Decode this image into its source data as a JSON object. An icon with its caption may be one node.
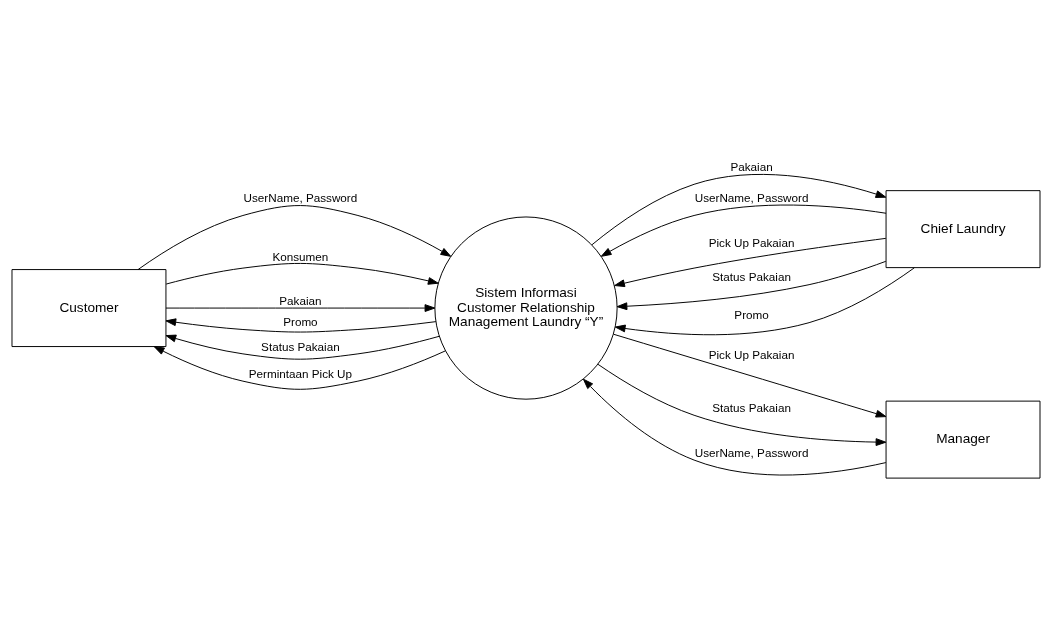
{
  "diagram": {
    "nodes": [
      {
        "text": [
          "Customer"
        ]
      },
      {
        "text": [
          "Chief Laundry"
        ]
      },
      {
        "text": [
          "Sistem Informasi Customer Relationship Management Laundry “Y”"
        ]
      },
      {
        "text": [
          "Manager"
        ]
      }
    ],
    "edges": [
      {
        "from": 0,
        "to": 2,
        "arrow": "to",
        "label": "UserName, Password"
      },
      {
        "from": 0,
        "to": 2,
        "arrow": "to",
        "label": "Konsumen"
      },
      {
        "from": 0,
        "to": 2,
        "arrow": "to",
        "label": "Pakaian"
      },
      {
        "from": 1,
        "to": 2,
        "arrow": "to",
        "label": "UserName, Password"
      },
      {
        "from": 1,
        "to": 2,
        "arrow": "to",
        "label": "Pick Up Pakaian"
      },
      {
        "from": 1,
        "to": 2,
        "arrow": "to",
        "label": "Status Pakaian"
      },
      {
        "from": 1,
        "to": 2,
        "arrow": "to",
        "label": "Promo"
      },
      {
        "from": 2,
        "to": 0,
        "arrow": "to",
        "label": "Promo"
      },
      {
        "from": 2,
        "to": 0,
        "arrow": "to",
        "label": "Status Pakaian"
      },
      {
        "from": 2,
        "to": 0,
        "arrow": "to",
        "label": "Permintaan Pick Up"
      },
      {
        "from": 2,
        "to": 1,
        "arrow": "to",
        "label": "Pakaian"
      },
      {
        "from": 2,
        "to": 3,
        "arrow": "to",
        "label": "Pick Up Pakaian"
      },
      {
        "from": 2,
        "to": 3,
        "arrow": "to",
        "label": "Status Pakaian"
      },
      {
        "from": 3,
        "to": 2,
        "arrow": "to",
        "label": "UserName, Password"
      }
    ]
  }
}
